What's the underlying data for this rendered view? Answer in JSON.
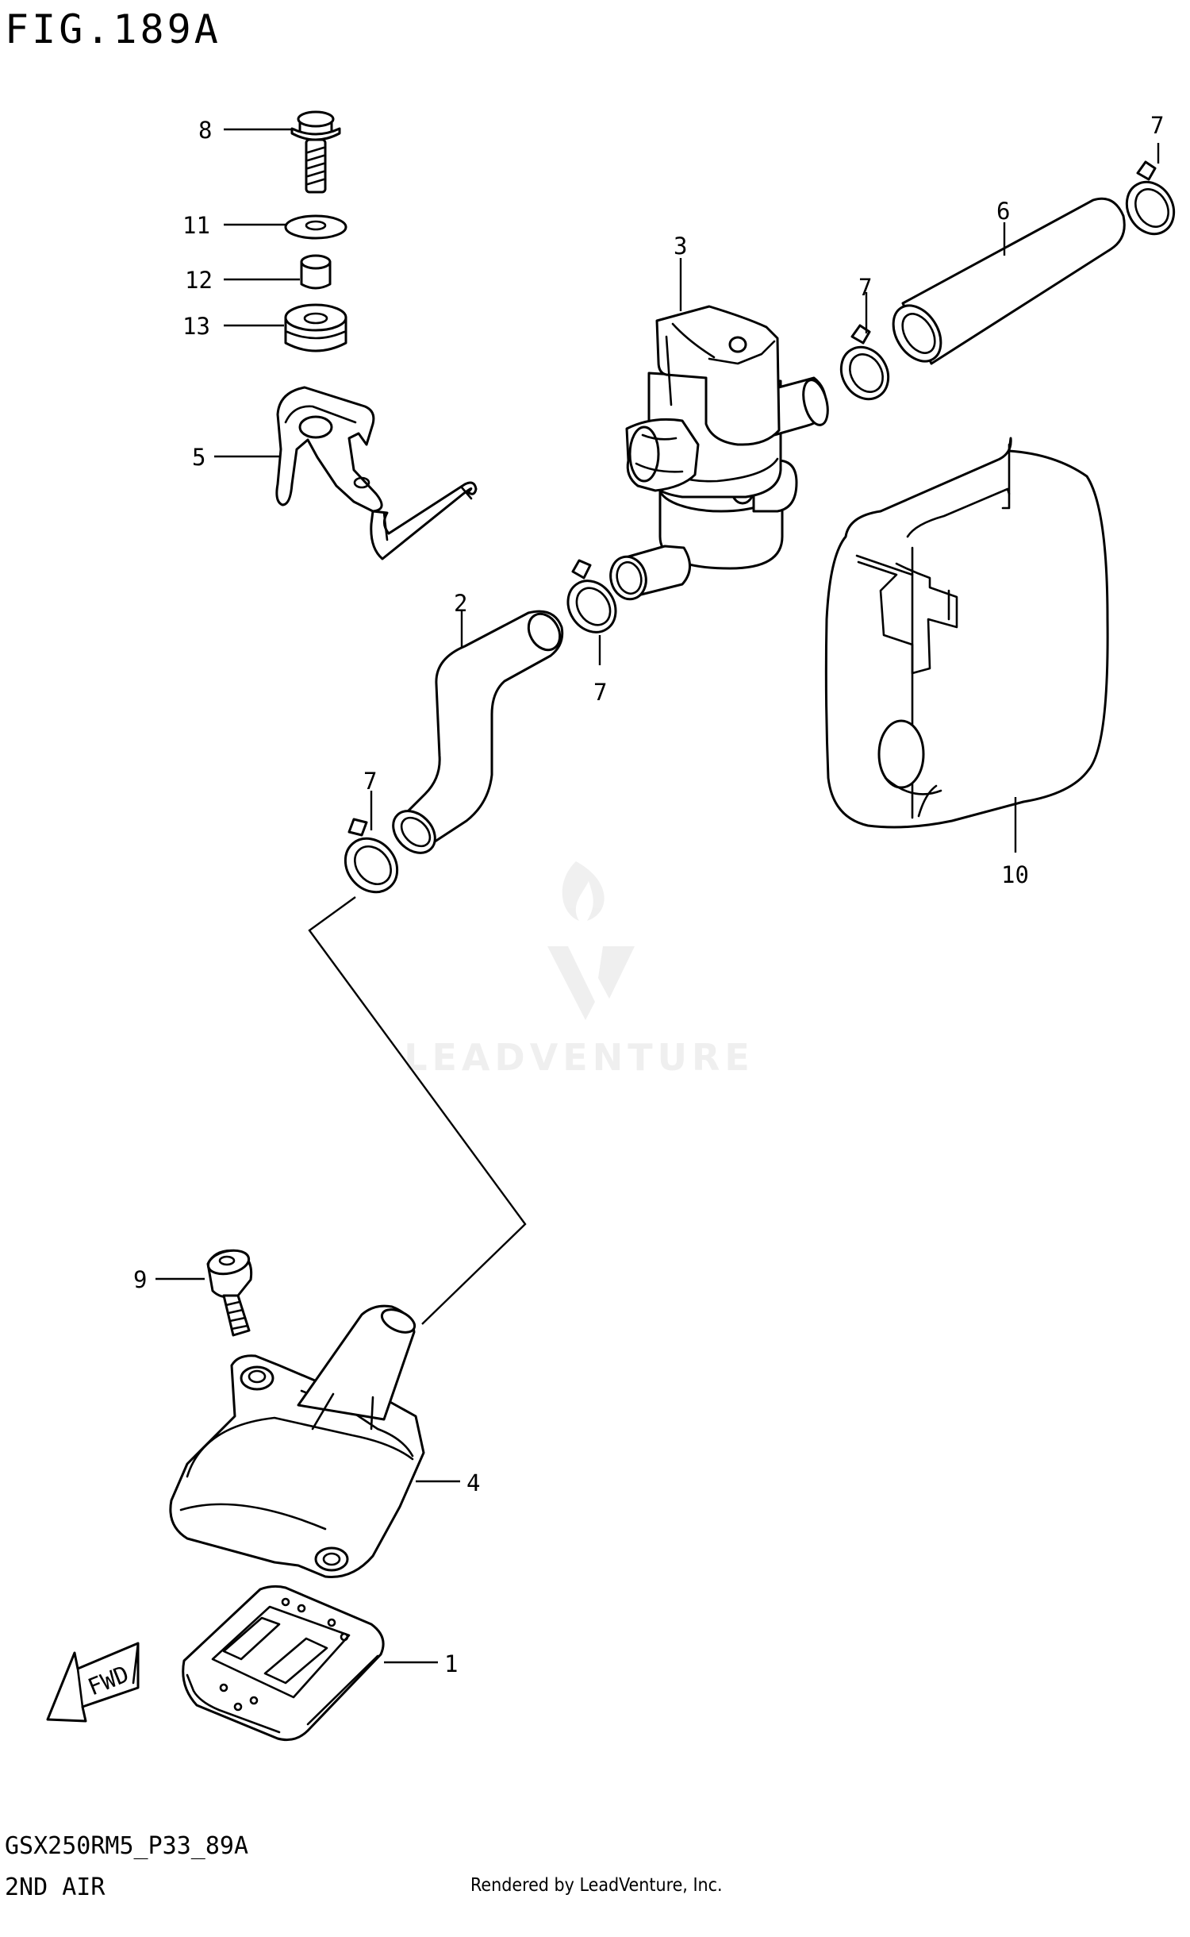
{
  "figure": {
    "title": "FIG.189A",
    "code": "GSX250RM5_P33_89A",
    "name": "2ND AIR"
  },
  "footer": {
    "rendered_by": "Rendered by LeadVenture, Inc."
  },
  "watermark": {
    "text": "LEADVENTURE"
  },
  "fwd_label": "FWD",
  "callouts": {
    "c1": "1",
    "c2": "2",
    "c3": "3",
    "c4": "4",
    "c5": "5",
    "c6": "6",
    "c7a": "7",
    "c7b": "7",
    "c7c": "7",
    "c7d": "7",
    "c8": "8",
    "c9": "9",
    "c10": "10",
    "c11": "11",
    "c12": "12",
    "c13": "13"
  },
  "parts": [
    {
      "ref": "1",
      "icon": "reed-valve-plate-icon"
    },
    {
      "ref": "2",
      "icon": "bent-hose-icon"
    },
    {
      "ref": "3",
      "icon": "air-control-valve-icon"
    },
    {
      "ref": "4",
      "icon": "reed-valve-cover-icon"
    },
    {
      "ref": "5",
      "icon": "mounting-bracket-icon"
    },
    {
      "ref": "6",
      "icon": "straight-hose-icon"
    },
    {
      "ref": "7",
      "icon": "hose-clamp-icon"
    },
    {
      "ref": "8",
      "icon": "flange-bolt-icon"
    },
    {
      "ref": "9",
      "icon": "socket-bolt-icon"
    },
    {
      "ref": "10",
      "icon": "valve-cover-boot-icon"
    },
    {
      "ref": "11",
      "icon": "washer-icon"
    },
    {
      "ref": "12",
      "icon": "spacer-icon"
    },
    {
      "ref": "13",
      "icon": "grommet-icon"
    }
  ]
}
